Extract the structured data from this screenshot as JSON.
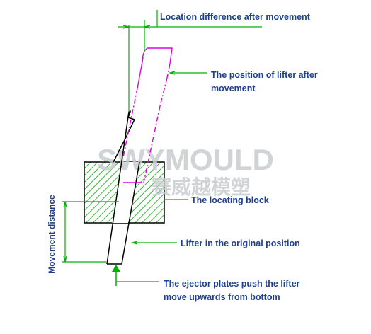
{
  "labels": {
    "location_difference": "Location difference after movement",
    "lifter_after_line1": "The position of lifter after",
    "lifter_after_line2": "movement",
    "locating_block": "The locating block",
    "lifter_original": "Lifter in the original position",
    "ejector_line1": "The ejector plates push the lifter",
    "ejector_line2": "move upwards from bottom",
    "movement_distance": "Movement distance"
  },
  "watermark": {
    "latin": "SWYMOULD",
    "chinese": "赛威越模塑"
  },
  "colors": {
    "label_text": "#1f3f8f",
    "outline": "#000000",
    "moved_lifter": "#e000e0",
    "leader_lines": "#00b000",
    "block_hatch": "#33bb33",
    "push_arrow": "#00b000",
    "watermark": "#c9ccd0"
  }
}
